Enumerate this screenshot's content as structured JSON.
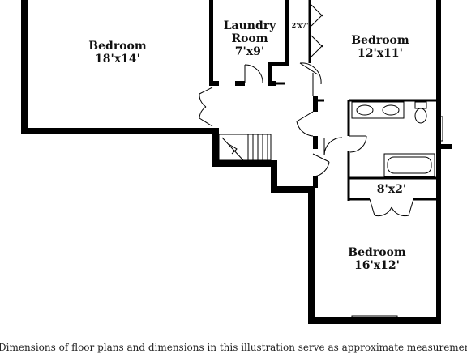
{
  "rooms": {
    "bedroom_nw": {
      "name": "Bedroom",
      "dims": "18'x14'"
    },
    "laundry": {
      "name_line1": "Laundry",
      "name_line2": "Room",
      "dims": "7'x9'"
    },
    "closet_small": {
      "dims": "2'x7'"
    },
    "bedroom_ne": {
      "name": "Bedroom",
      "dims": "12'x11'"
    },
    "closet_8x2": {
      "dims": "8'x2'"
    },
    "bedroom_s": {
      "name": "Bedroom",
      "dims": "16'x12'"
    }
  },
  "disclaimer": "Dimensions of floor plans and dimensions in this illustration serve as approximate measurements"
}
